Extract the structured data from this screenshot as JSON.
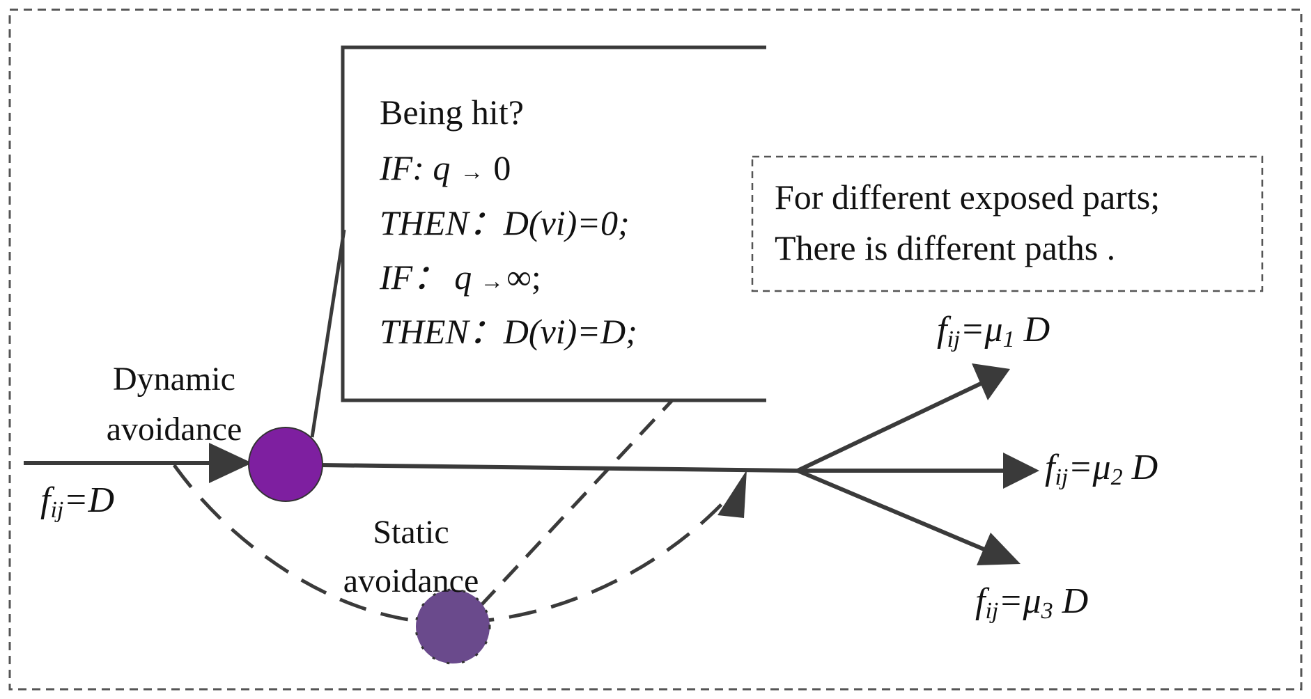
{
  "condition_box": {
    "line1": "Being hit?",
    "line2_if": "IF",
    "line2_expr": ": q",
    "line2_arrow": "→",
    "line2_val": "0",
    "line3_then": "THEN：D(vi)=0;",
    "line4_if": "IF：",
    "line4_expr": "q",
    "line4_arrow": "→",
    "line4_val": "∞;",
    "line5_then": "THEN：D(vi)=D;"
  },
  "note_box": {
    "line1": "For different exposed parts;",
    "line2": "There is different paths ."
  },
  "labels": {
    "dynamic_line1": "Dynamic",
    "dynamic_line2": "avoidance",
    "static_line1": "Static",
    "static_line2": "avoidance"
  },
  "formulas": {
    "input": {
      "f": "f",
      "sub": "ij",
      "rest": "=D"
    },
    "out1": {
      "f": "f",
      "sub": "ij",
      "eq": "=",
      "mu": "μ",
      "musub": "1",
      "rest": " D"
    },
    "out2": {
      "f": "f",
      "sub": "ij",
      "eq": "=",
      "mu": "μ",
      "musub": "2",
      "rest": " D"
    },
    "out3": {
      "f": "f",
      "sub": "ij",
      "eq": "=",
      "mu": "μ",
      "musub": "3",
      "rest": " D"
    }
  },
  "colors": {
    "line": "#3a3a3a",
    "dynamic_node": "#7e1fa0",
    "static_node": "#6a4a8c",
    "frame": "#555555"
  }
}
